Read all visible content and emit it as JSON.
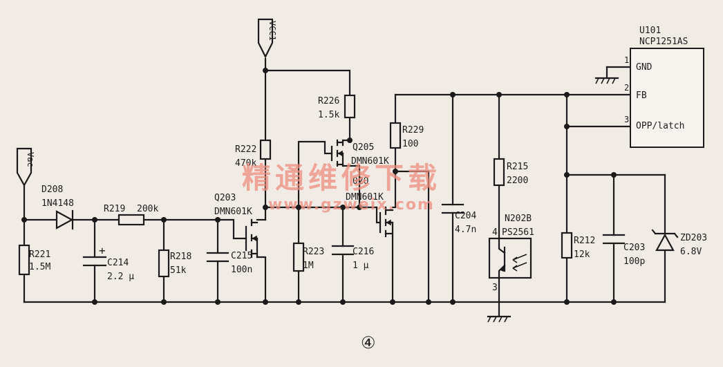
{
  "labels": {
    "vcc": "VCC1",
    "vac": "Vac",
    "ic_ref": "U101",
    "ic_part": "NCP1251AS",
    "pin1_num": "1",
    "pin1_name": "GND",
    "pin2_num": "2",
    "pin2_name": "FB",
    "pin3_num": "3",
    "pin3_name": "OPP/latch",
    "d208_ref": "D208",
    "d208_val": "1N4148",
    "r221_ref": "R221",
    "r221_val": "1.5M",
    "r219_ref": "R219",
    "r219_val": "200k",
    "c214_ref": "C214",
    "c214_val": "2.2 μ",
    "r218_ref": "R218",
    "r218_val": "51k",
    "c215_ref": "C215",
    "c215_val": "100n",
    "q203_ref": "Q203",
    "q203_val": "DMN601K",
    "r222_ref": "R222",
    "r222_val": "470k",
    "r226_ref": "R226",
    "r226_val": "1.5k",
    "q205_ref": "Q205",
    "q205_val": "DMN601K",
    "q20x_ref": "020",
    "q20x_val": "DMN601K",
    "r223_ref": "R223",
    "r223_val": "1M",
    "c216_ref": "C216",
    "c216_val": "1 μ",
    "r229_ref": "R229",
    "r229_val": "100",
    "c204_ref": "C204",
    "c204_val": "4.7n",
    "r215_ref": "R215",
    "r215_val": "2200",
    "n202b_ref": "N202B",
    "n202b_val": "PS2561",
    "n202b_pin4": "4",
    "n202b_pin3": "3",
    "r212_ref": "R212",
    "r212_val": "12k",
    "c203_ref": "C203",
    "c203_val": "100p",
    "zd203_ref": "ZD203",
    "zd203_val": "6.8V",
    "polarity": "+",
    "figure_num": "④"
  },
  "watermark": {
    "text_cn": "精通维修下载",
    "url": "www.gzweix.com"
  },
  "colors": {
    "background": "#f1ebe6",
    "ink": "#1a1a1a",
    "watermark": "#ee8e7e"
  }
}
